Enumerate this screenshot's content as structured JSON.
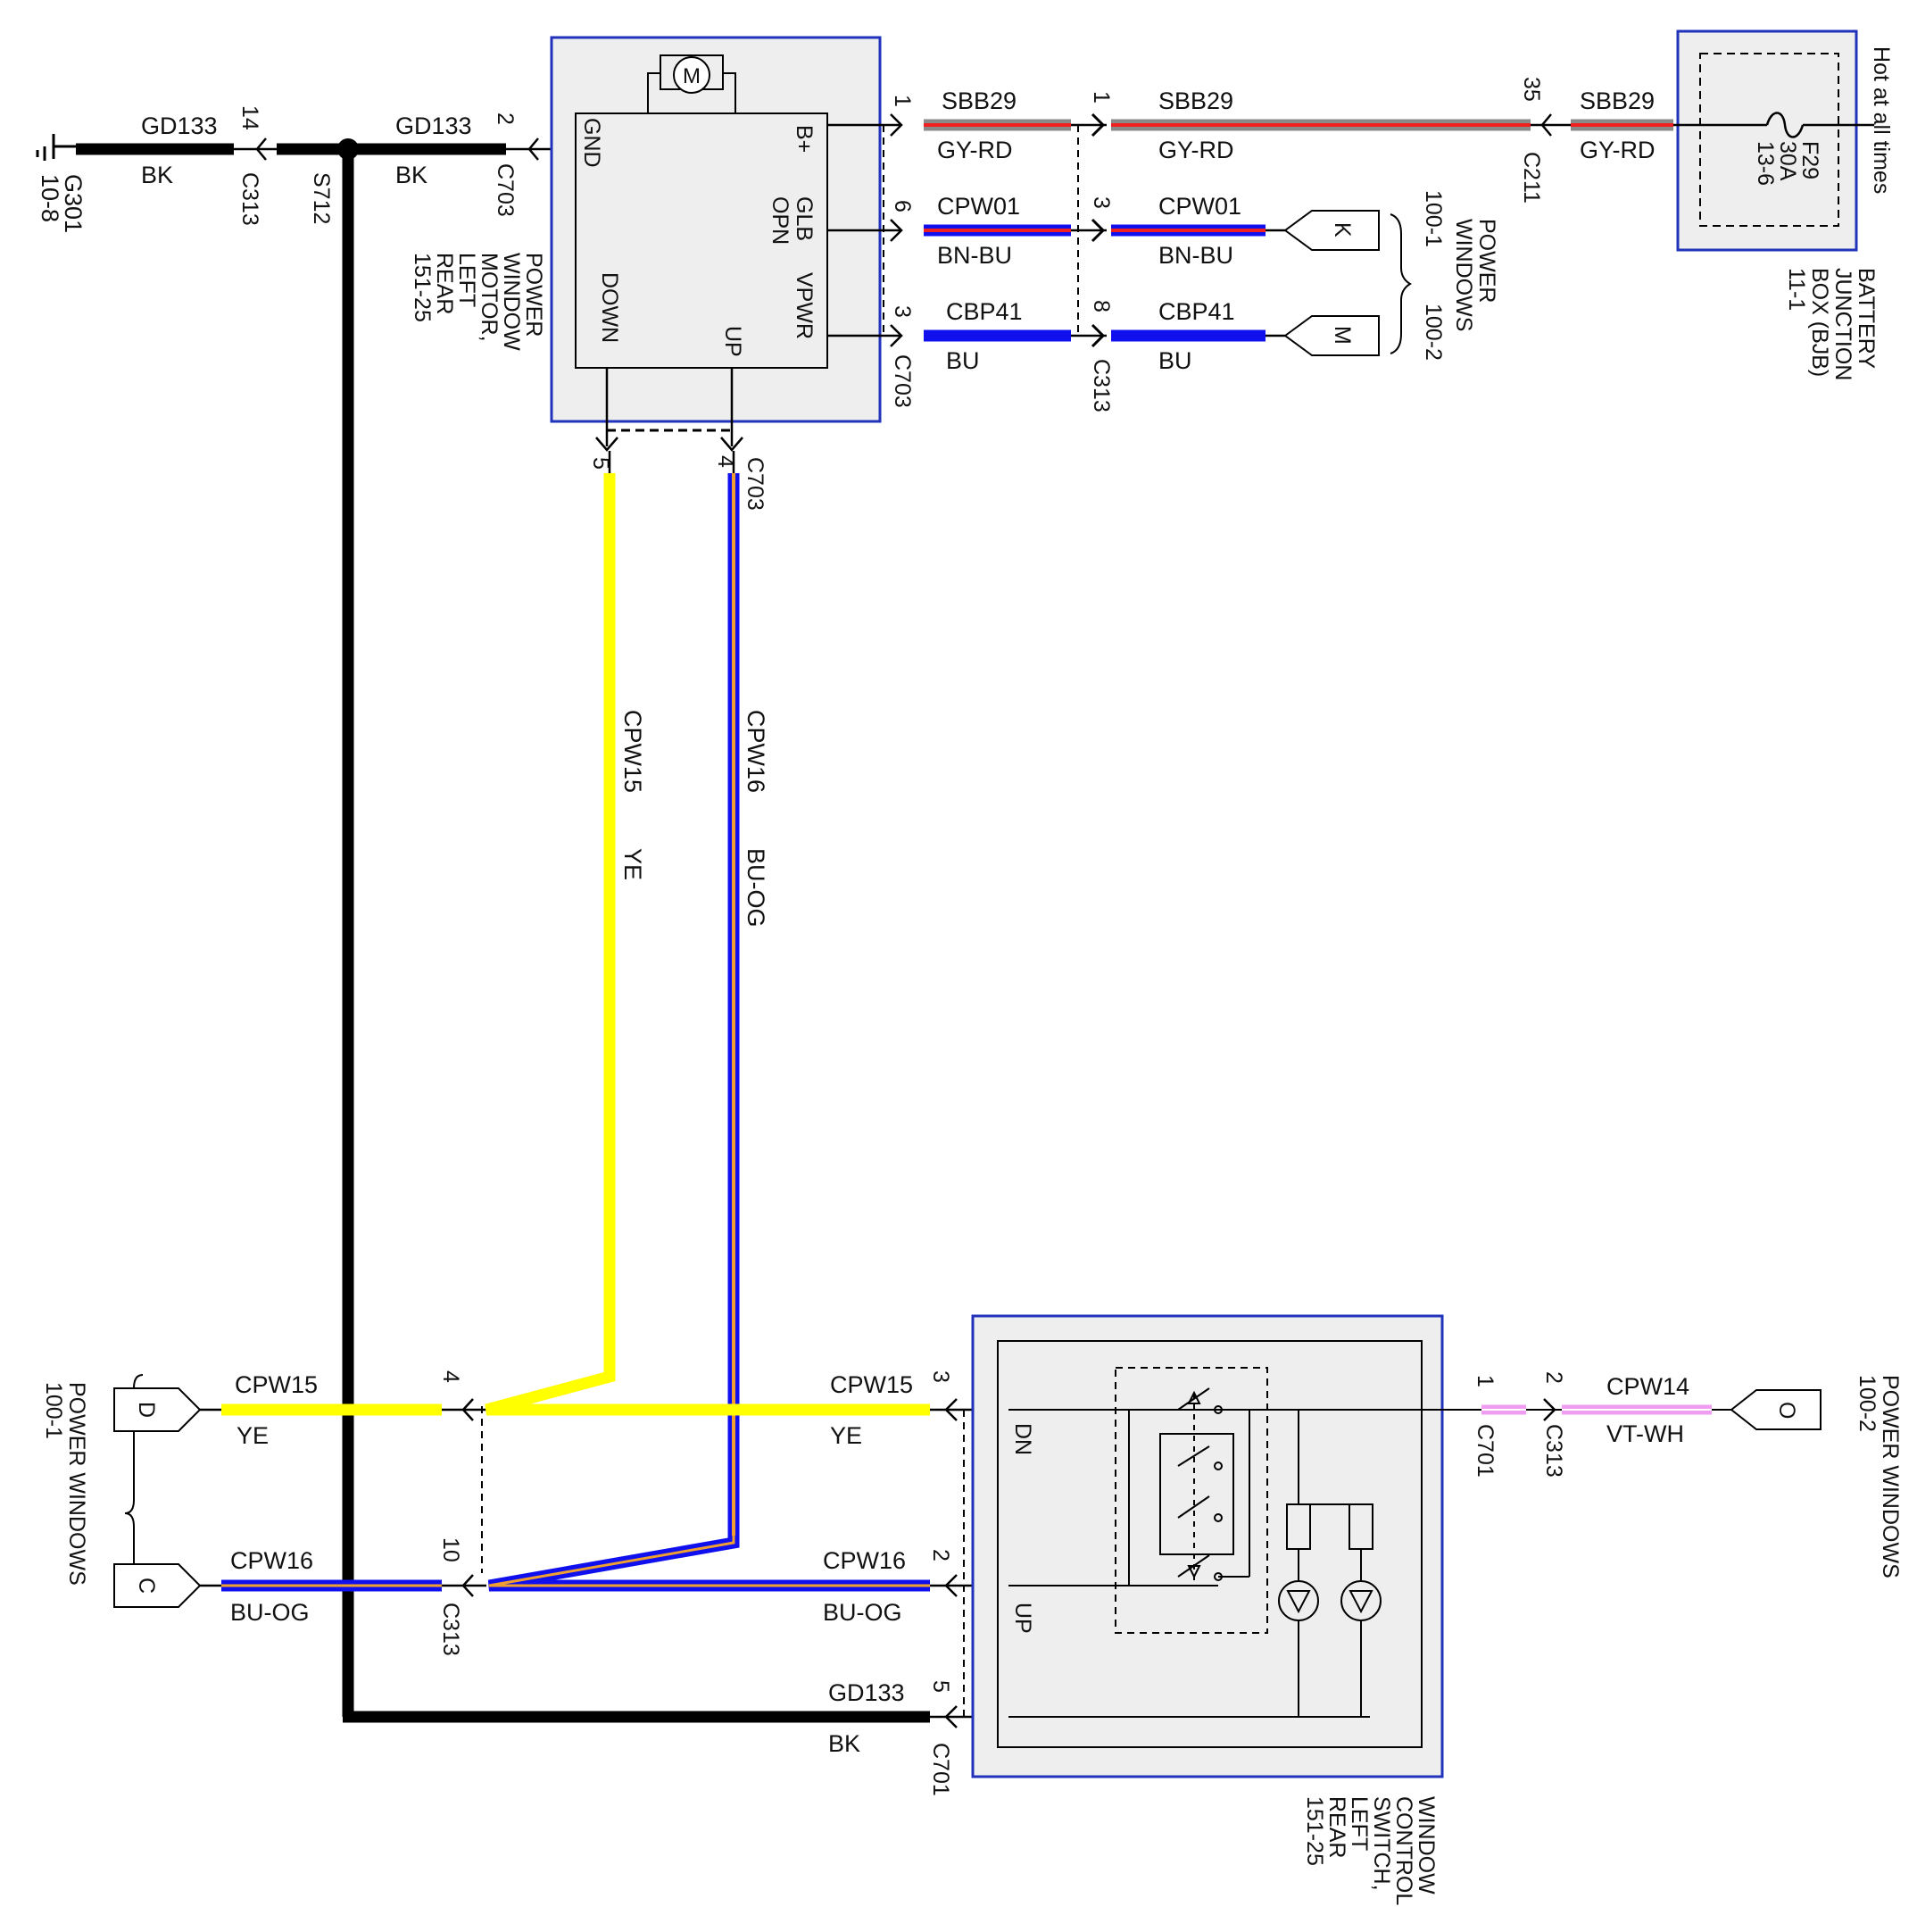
{
  "top": {
    "ground": {
      "id": "G301",
      "ref": "10-8"
    },
    "splice": "S712",
    "gnd_left": {
      "circuit": "GD133",
      "color": "BK",
      "pin": "14",
      "connector": "C313"
    },
    "gnd_right": {
      "circuit": "GD133",
      "color": "BK",
      "pin": "2",
      "connector": "C703"
    },
    "motor": {
      "pins": {
        "gnd": "GND",
        "bplus": "B+",
        "glb": "GLB",
        "opn": "OPN",
        "vpwr": "VPWR",
        "down": "DOWN",
        "up": "UP"
      },
      "name_lines": [
        "POWER",
        "WINDOW",
        "MOTOR,",
        "LEFT",
        "REAR",
        "151-25"
      ]
    },
    "power_rows": [
      {
        "pin_a": "1",
        "circuit": "SBB29",
        "color": "GY-RD",
        "pin_b": "1",
        "circuit_b": "SBB29",
        "color_b": "GY-RD"
      },
      {
        "pin_a": "6",
        "circuit": "CPW01",
        "color": "BN-BU",
        "pin_b": "3",
        "circuit_b": "CPW01",
        "color_b": "BN-BU",
        "flag": "K"
      },
      {
        "pin_a": "3",
        "circuit": "CBP41",
        "color": "BU",
        "pin_b": "8",
        "circuit_b": "CBP41",
        "color_b": "BU",
        "flag": "M"
      }
    ],
    "conn_c703_right": "C703",
    "conn_c313_mid": "C313",
    "c211": {
      "pin": "35",
      "connector": "C211",
      "circuit": "SBB29",
      "color": "GY-RD"
    },
    "pw_refs": {
      "title_lines": [
        "POWER",
        "WINDOWS"
      ],
      "ref1": "100-1",
      "ref2": "100-2"
    },
    "bjb": {
      "fuse": "F29",
      "amps": "30A",
      "ref": "13-6",
      "name_lines": [
        "BATTERY",
        "JUNCTION",
        "BOX (BJB)",
        "11-1"
      ],
      "hot": "Hot at all times"
    },
    "down_wire": {
      "pin": "5",
      "circuit": "CPW15",
      "color": "YE"
    },
    "up_wire": {
      "pin": "4",
      "connector": "C703",
      "circuit": "CPW16",
      "color": "BU-OG"
    }
  },
  "bottom": {
    "left_ref": {
      "title": "POWER WINDOWS",
      "ref": "100-1"
    },
    "row_ye": {
      "flag": "D",
      "circuit_l": "CPW15",
      "color_l": "YE",
      "pin_l": "4",
      "circuit_r": "CPW15",
      "color_r": "YE",
      "pin_r": "3"
    },
    "row_bu": {
      "flag": "C",
      "circuit_l": "CPW16",
      "color_l": "BU-OG",
      "pin_l": "10",
      "connector_l": "C313",
      "circuit_r": "CPW16",
      "color_r": "BU-OG",
      "pin_r": "2"
    },
    "row_gnd": {
      "circuit": "GD133",
      "color": "BK",
      "pin": "5",
      "connector": "C701"
    },
    "switch": {
      "dn": "DN",
      "up": "UP",
      "name_lines": [
        "WINDOW",
        "CONTROL",
        "SWITCH,",
        "LEFT",
        "REAR",
        "151-25"
      ]
    },
    "right": {
      "pin_a": "1",
      "connector_a": "C701",
      "pin_b": "2",
      "connector_b": "C313",
      "circuit": "CPW14",
      "color": "VT-WH",
      "flag": "O",
      "title": "POWER WINDOWS",
      "ref": "100-2"
    }
  },
  "colors": {
    "black": "#000000",
    "yellow": "#ffff00",
    "blue": "#1010ee",
    "red": "#ee2020",
    "gray": "#8a8a8a",
    "orange": "#f0a030",
    "violet": "#f09cf0",
    "box_border": "#2233bb",
    "box_fill": "#eeeeee"
  }
}
